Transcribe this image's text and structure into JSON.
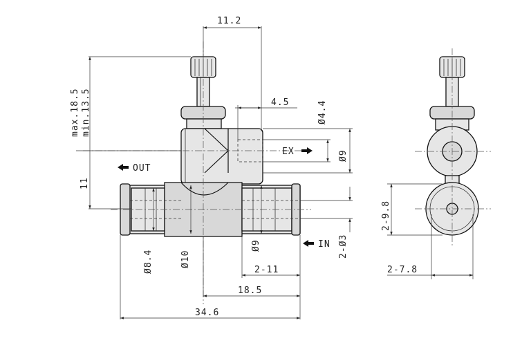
{
  "dimensions": {
    "top_width": "11.2",
    "max_height": "max.18.5",
    "min_height": "min.13.5",
    "ex_offset": "4.5",
    "ex_dia_small": "Ø4.4",
    "ex_dia": "Ø9",
    "left_height": "11",
    "outer_dia": "Ø8.4",
    "body_dia": "Ø10",
    "right_dia": "Ø9",
    "tube_dia": "2-Ø3",
    "port_len": "2-11",
    "center_len": "18.5",
    "total_len": "34.6",
    "side_pitch": "2-9.8",
    "side_width": "2-7.8"
  },
  "ports": {
    "out": "OUT",
    "ex": "EX",
    "in": "IN"
  }
}
